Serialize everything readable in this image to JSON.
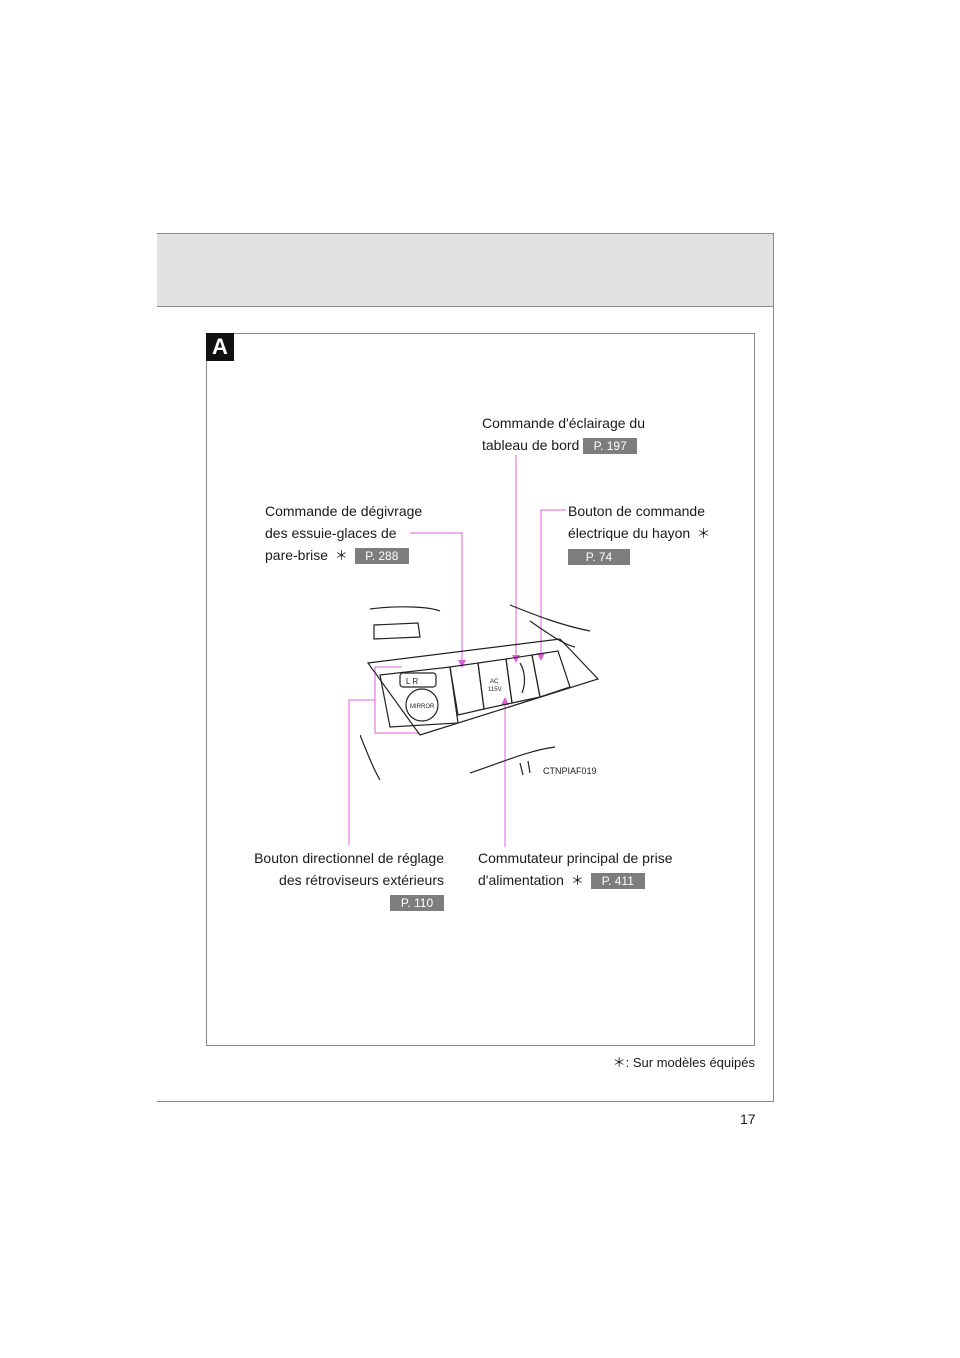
{
  "section": {
    "letter": "A"
  },
  "callouts": {
    "panel_light": {
      "line1": "Commande d'éclairage du",
      "line2": "tableau de bord",
      "page": "P. 197"
    },
    "wiper_deicer": {
      "line1": "Commande de dégivrage",
      "line2": "des essuie-glaces de",
      "line3": "pare-brise",
      "asterisk": "＊",
      "page": "P. 288"
    },
    "back_door": {
      "line1": "Bouton de commande",
      "line2": "électrique du hayon",
      "asterisk": "＊",
      "page": "P. 74"
    },
    "mirror": {
      "line1": "Bouton directionnel de réglage",
      "line2": "des rétroviseurs extérieurs",
      "page": "P. 110"
    },
    "power_outlet": {
      "line1": "Commutateur principal de prise",
      "line2": "d'alimentation",
      "asterisk": "＊",
      "page": "P. 411"
    }
  },
  "illustration": {
    "code": "CTNPIAF019",
    "mirror_switch_text": "MIRROR",
    "lr_text": "L  R",
    "outlet_text_1": "AC",
    "outlet_text_2": "115V"
  },
  "footnote": {
    "asterisk": "＊",
    "text": ": Sur modèles équipés"
  },
  "page_number": "17",
  "colors": {
    "leader_line": "#e060d8",
    "page_ref_bg": "#7d7d7d",
    "header_band": "#e2e2e2"
  }
}
